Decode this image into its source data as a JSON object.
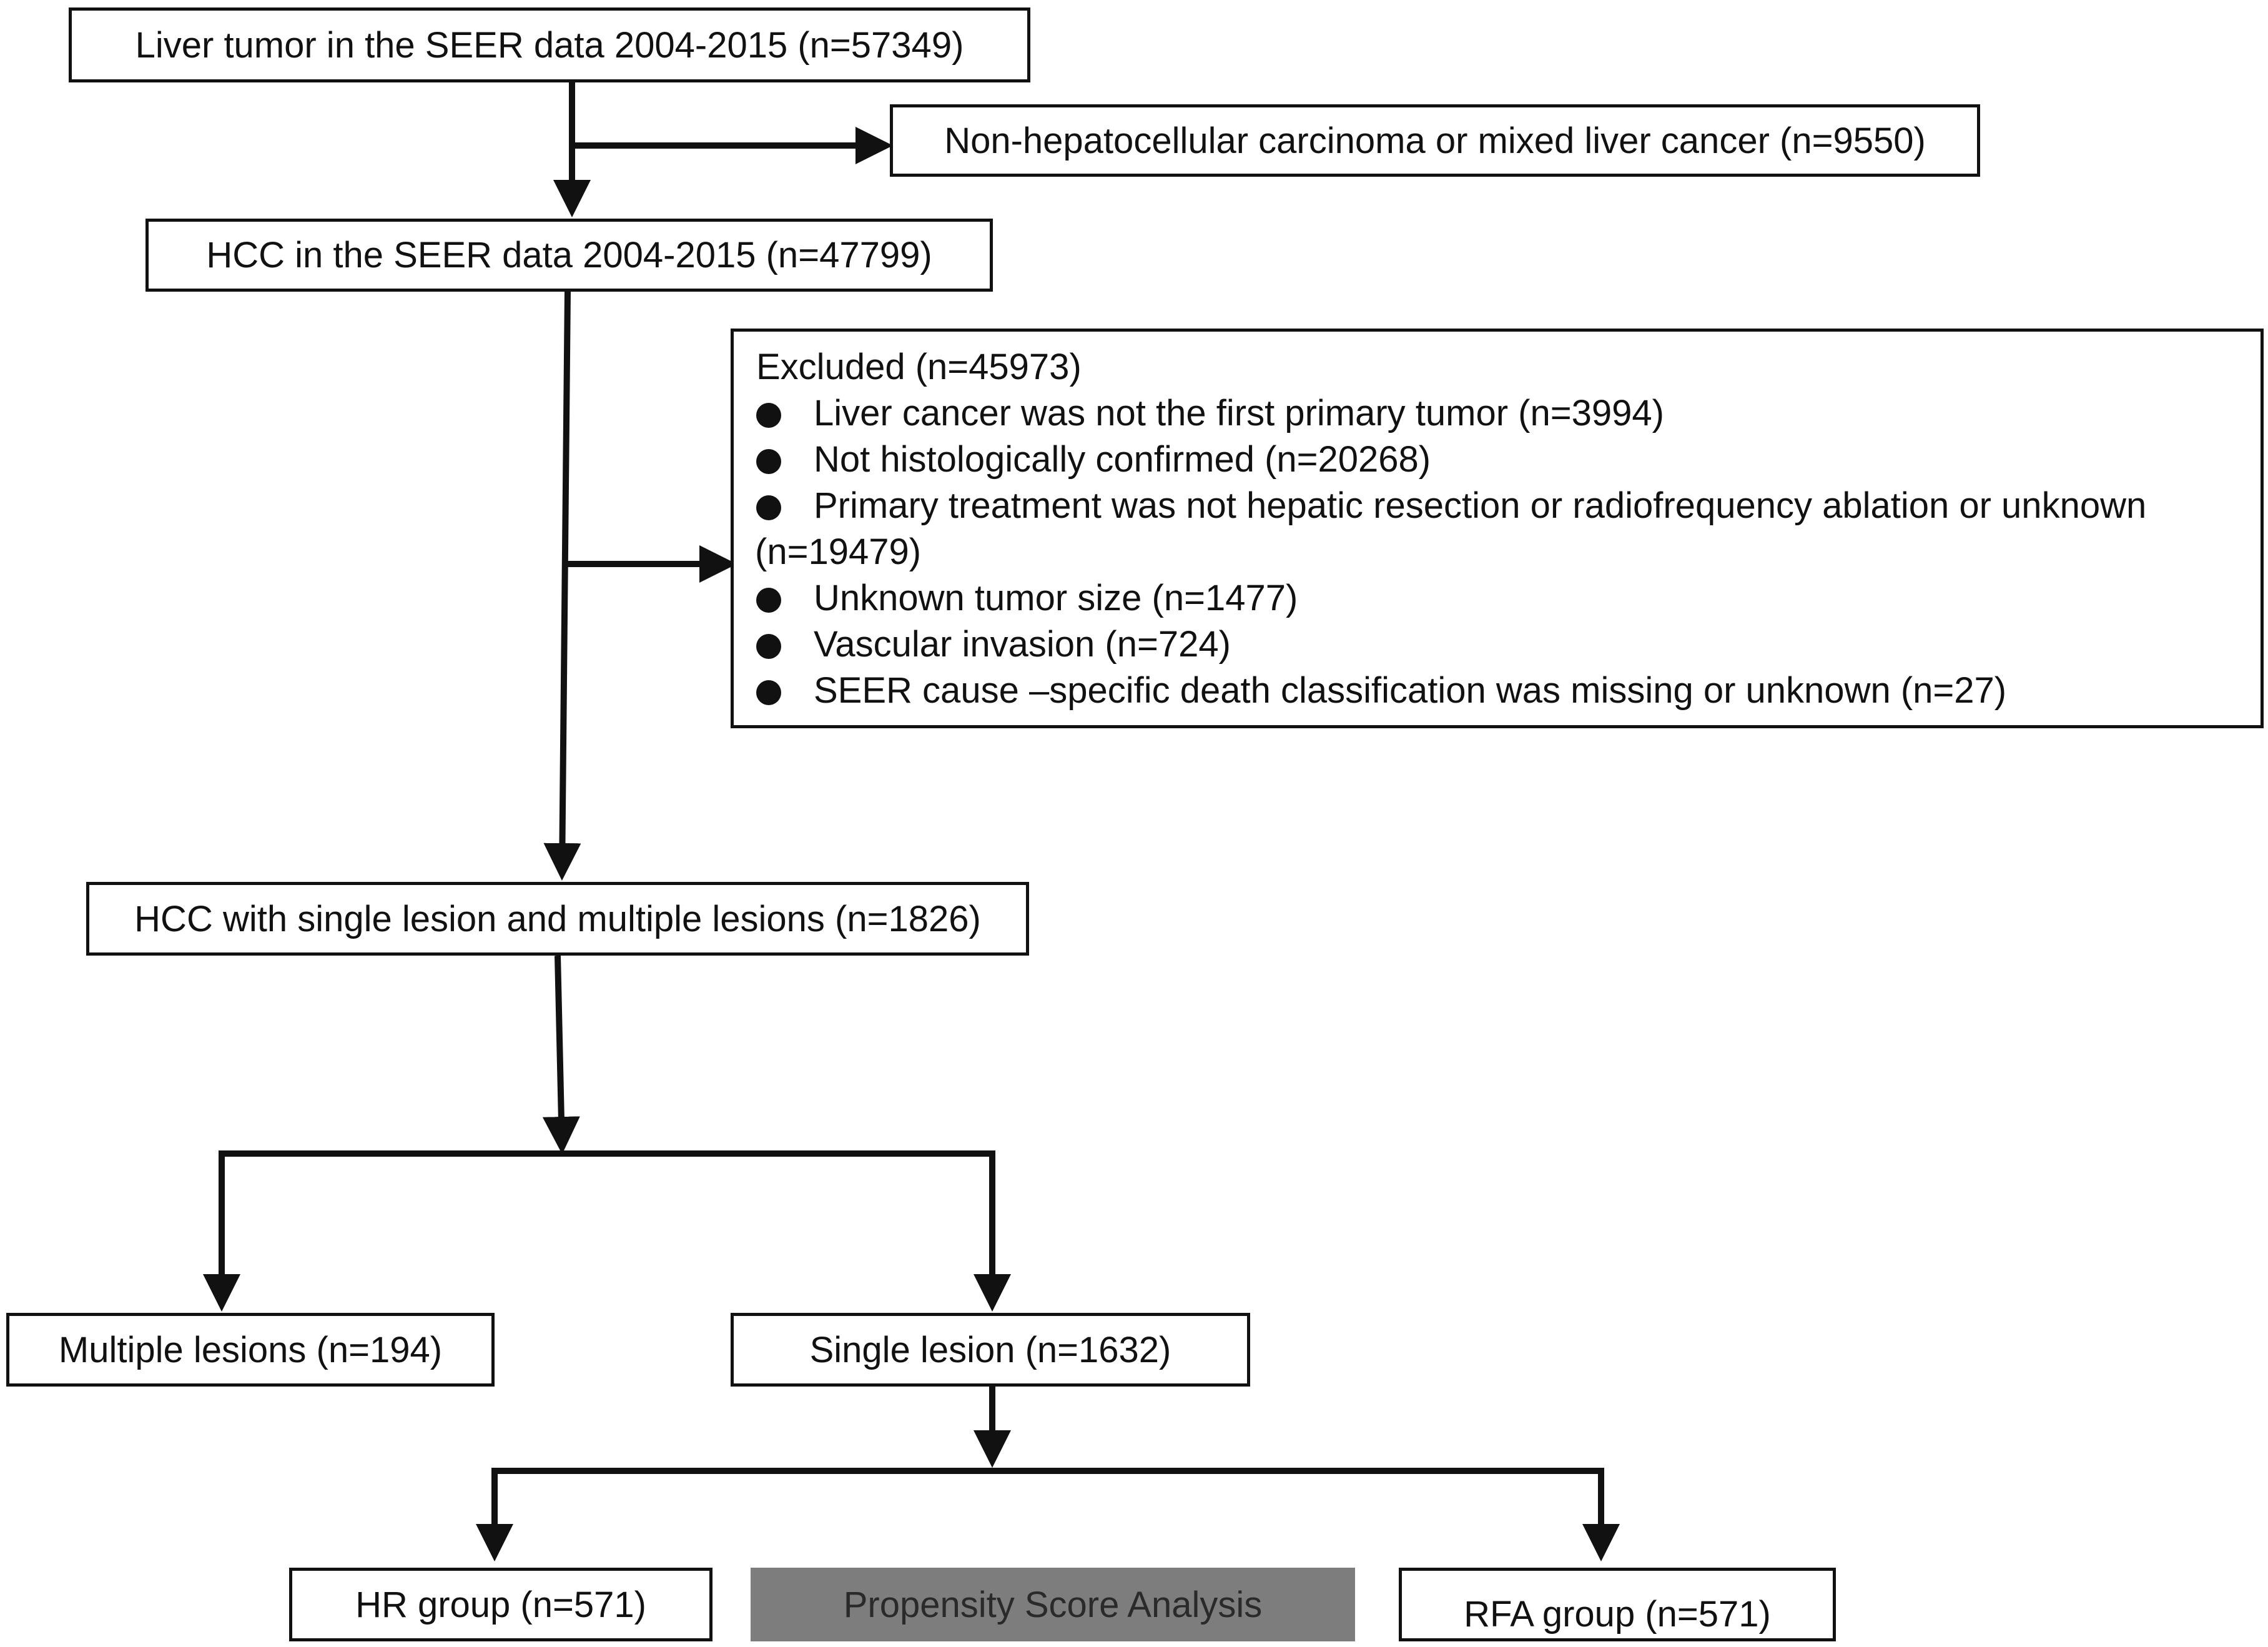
{
  "boxes": {
    "liver_tumor": "Liver tumor in the SEER data  2004-2015 (n=57349)",
    "non_hcc": "Non-hepatocellular carcinoma or mixed liver cancer (n=9550)",
    "hcc_seer": "HCC in the SEER data  2004-2015 (n=47799)",
    "hcc_lesions": "HCC with single lesion and multiple lesions (n=1826)",
    "multiple": "Multiple lesions (n=194)",
    "single": "Single lesion (n=1632)",
    "hr": "HR group (n=571)",
    "psa": "Propensity Score Analysis",
    "rfa": "RFA group (n=571)"
  },
  "excluded": {
    "title": "Excluded (n=45973)",
    "items": [
      "Liver cancer was not the first primary tumor (n=3994)",
      "Not histologically confirmed (n=20268)",
      "Primary treatment was not hepatic resection or radiofrequency ablation or unknown",
      "Unknown tumor size (n=1477)",
      "Vascular invasion (n=724)",
      "SEER cause –specific death classification was missing or unknown (n=27)"
    ],
    "item3_cont": "(n=19479)"
  },
  "colors": {
    "line": "#111111",
    "gray_box": "#7d7d7d"
  }
}
